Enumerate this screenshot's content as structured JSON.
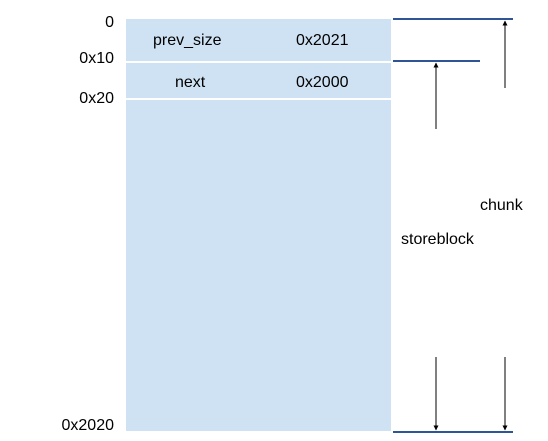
{
  "addresses": {
    "a0": "0",
    "a10": "0x10",
    "a20": "0x20",
    "a2020": "0x2020"
  },
  "fields": {
    "prev_size": {
      "name": "prev_size",
      "value": "0x2021"
    },
    "next": {
      "name": "next",
      "value": "0x2000"
    }
  },
  "labels": {
    "chunk": "chunk",
    "storeblock": "storeblock"
  },
  "colors": {
    "block_fill": "#cfe2f3",
    "marker_line": "#2f5597",
    "arrow": "#000000"
  }
}
